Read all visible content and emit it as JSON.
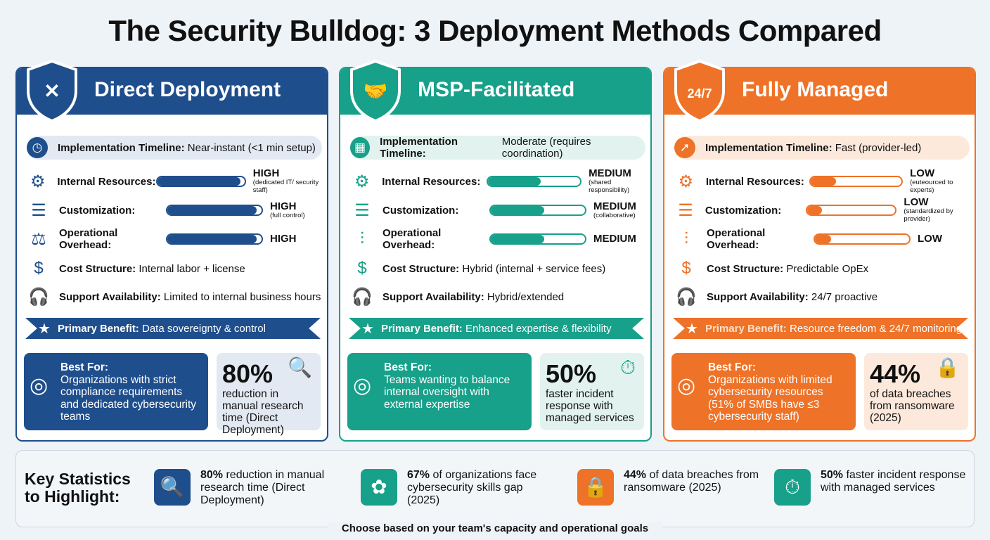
{
  "title": "The Security Bulldog: 3 Deployment Methods Compared",
  "labels": {
    "timeline": "Implementation Timeline:",
    "internal": "Internal Resources:",
    "custom": "Customization:",
    "overhead": "Operational Overhead:",
    "cost": "Cost Structure:",
    "support": "Support Availability:",
    "benefit": "Primary Benefit:",
    "best": "Best For:"
  },
  "cards": [
    {
      "name": "Direct Deployment",
      "color": "#1f4e8c",
      "light": "#e3e9f2",
      "icon": "tools-shield-icon",
      "timeline": "Near-instant (<1 min setup)",
      "internal": {
        "level": "HIGH",
        "note": "(dedicated IT/ security staff)",
        "fill": 95
      },
      "custom": {
        "level": "HIGH",
        "note": "(full control)",
        "fill": 95
      },
      "overhead": {
        "level": "HIGH",
        "note": "",
        "fill": 95
      },
      "cost": "Internal labor + license",
      "support": "Limited to internal business hours",
      "benefit": "Data sovereignty & control",
      "best": "Organizations with strict compliance requirements and dedicated cybersecurity teams",
      "stat_pct": "80%",
      "stat_text": "reduction in manual research time (Direct Deployment)",
      "stat_icon": "search-icon"
    },
    {
      "name": "MSP-Facilitated",
      "color": "#17a08a",
      "light": "#e2f3ef",
      "icon": "handshake-shield-icon",
      "timeline": "Moderate (requires coordination)",
      "internal": {
        "level": "MEDIUM",
        "note": "(shared responsibility)",
        "fill": 57
      },
      "custom": {
        "level": "MEDIUM",
        "note": "(collaborative)",
        "fill": 57
      },
      "overhead": {
        "level": "MEDIUM",
        "note": "",
        "fill": 57
      },
      "cost": "Hybrid (internal + service fees)",
      "support": "Hybrid/extended",
      "benefit": "Enhanced expertise & flexibility",
      "best": "Teams wanting to balance internal oversight with external expertise",
      "stat_pct": "50%",
      "stat_text": "faster incident response with managed services",
      "stat_icon": "stopwatch-icon"
    },
    {
      "name": "Fully Managed",
      "color": "#ee7227",
      "light": "#fde9dc",
      "icon": "24-7-shield-icon",
      "timeline": "Fast (provider-led)",
      "internal": {
        "level": "LOW",
        "note": "(euteourced to experts)",
        "fill": 28
      },
      "custom": {
        "level": "LOW",
        "note": "(standardized by provider)",
        "fill": 17
      },
      "overhead": {
        "level": "LOW",
        "note": "",
        "fill": 17
      },
      "cost": "Predictable OpEx",
      "support": "24/7 proactive",
      "benefit": "Resource freedom & 24/7 monitoring",
      "best": "Organizations with limited cybersecurity resources (51% of SMBs have ≤3 cybersecurity staff)",
      "stat_pct": "44%",
      "stat_text": "of data breaches from ransomware (2025)",
      "stat_icon": "lock-icon"
    }
  ],
  "key": {
    "heading": "Key Statistics to Highlight:",
    "items": [
      {
        "bold": "80%",
        "text": " reduction in manual research time (Direct Deployment)",
        "icon": "search-icon",
        "color": "#1f4e8c"
      },
      {
        "bold": "67%",
        "text": " of organizations face cybersecurity skills gap (2025)",
        "icon": "brain-icon",
        "color": "#17a08a"
      },
      {
        "bold": "44%",
        "text": " of data breaches from ransomware (2025)",
        "icon": "lock-icon",
        "color": "#ee7227"
      },
      {
        "bold": "50%",
        "text": " faster incident response with managed services",
        "icon": "stopwatch-icon",
        "color": "#17a08a"
      }
    ]
  },
  "footer": "Choose based on your team's capacity and operational goals"
}
